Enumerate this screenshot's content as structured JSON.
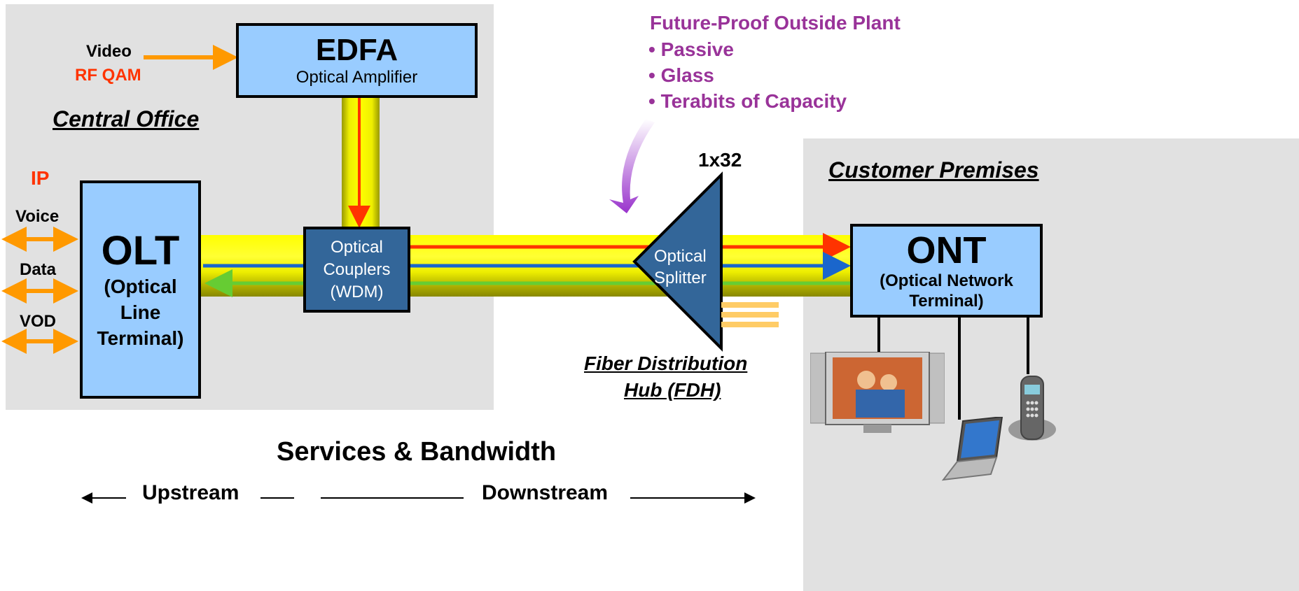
{
  "central_office": {
    "label": "Central Office"
  },
  "customer_premises": {
    "label": "Customer Premises"
  },
  "edfa": {
    "title": "EDFA",
    "subtitle": "Optical Amplifier"
  },
  "video_input": {
    "label": "Video",
    "sublabel": "RF QAM"
  },
  "olt": {
    "title": "OLT",
    "line1": "(Optical",
    "line2": "Line",
    "line3": "Terminal)"
  },
  "olt_inputs": {
    "ip": "IP",
    "voice": "Voice",
    "data": "Data",
    "vod": "VOD"
  },
  "couplers": {
    "line1": "Optical",
    "line2": "Couplers",
    "line3": "(WDM)"
  },
  "splitter": {
    "ratio": "1x32",
    "line1": "Optical",
    "line2": "Splitter"
  },
  "fdh": {
    "line1": "Fiber Distribution",
    "line2": "Hub (FDH)"
  },
  "ont": {
    "title": "ONT",
    "line1": "(Optical Network",
    "line2": "Terminal)"
  },
  "outside_plant": {
    "title": "Future-Proof Outside Plant",
    "items": [
      "• Passive",
      "• Glass",
      "• Terabits of Capacity"
    ]
  },
  "services": {
    "title": "Services & Bandwidth",
    "upstream": "Upstream",
    "downstream": "Downstream"
  },
  "colors": {
    "region_bg": "#e1e1e1",
    "box_fill": "#99ccff",
    "dark_box": "#336699",
    "fiber_yellow": "#ffff00",
    "fiber_shadow": "#999900",
    "rf_red": "#ff3300",
    "data_blue": "#1a66cc",
    "upstream_green": "#66cc33",
    "io_orange": "#ff9900",
    "accent_purple": "#993399",
    "label_red": "#ff3300"
  }
}
